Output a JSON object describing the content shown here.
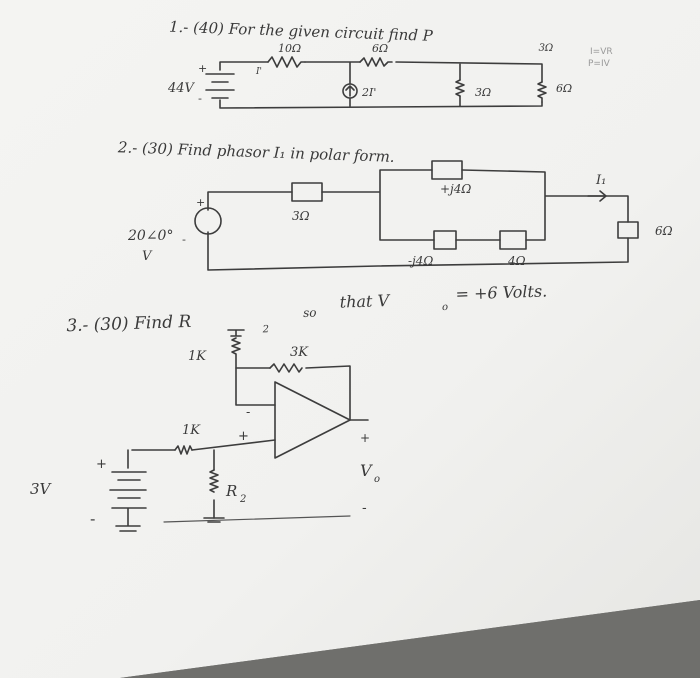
{
  "colors": {
    "paper": "#f3f3f1",
    "ink": "#3a3a3a",
    "background": "#6f6f6c"
  },
  "problem1": {
    "heading": "1.- (40) For the given circuit find P",
    "heading_sub": "3Ω",
    "corner_notes": [
      "I=VR",
      "P=IV"
    ],
    "source_voltage": "44V",
    "source_plus": "+",
    "source_minus": "-",
    "r_top_left": "10Ω",
    "r_top_right": "6Ω",
    "dep_source_label": "2I'",
    "current_label": "I'",
    "r_middle": "3Ω",
    "r_right": "6Ω"
  },
  "problem2": {
    "heading": "2.- (30) Find phasor I₁ in polar form.",
    "source_value": "20∠0°",
    "source_unit": "V",
    "source_plus": "+",
    "source_minus": "-",
    "r_series": "3Ω",
    "z_top": "+j4Ω",
    "z_bottom_left": "-j4Ω",
    "z_bottom_right": "4Ω",
    "current_label": "I₁",
    "r_load": "6Ω"
  },
  "problem3": {
    "heading_left": "3.- (30) Find R",
    "heading_sub": "2",
    "heading_mid": "so",
    "heading_right": "that V",
    "heading_right_sub": "o",
    "heading_end": "= +6 Volts.",
    "r_feedback_ground": "1K",
    "r_feedback": "3K",
    "r_input": "1K",
    "r2_label": "R",
    "r2_sub": "2",
    "source": "3V",
    "source_plus": "+",
    "source_minus": "-",
    "opamp_minus": "-",
    "opamp_plus": "+",
    "out_plus": "+",
    "out_label": "V",
    "out_sub": "o",
    "out_minus": "-"
  }
}
